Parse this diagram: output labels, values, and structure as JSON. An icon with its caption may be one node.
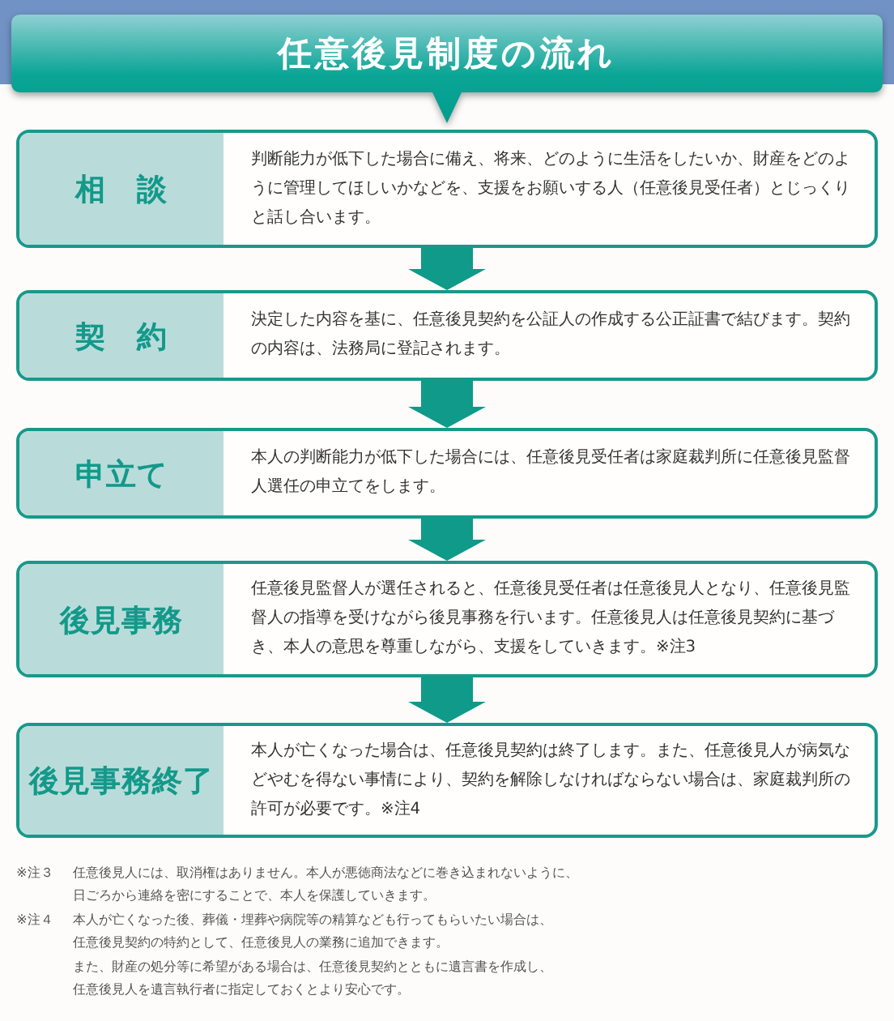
{
  "diagram": {
    "title": "任意後見制度の流れ",
    "nodes": [
      {
        "text": [
          "相　談",
          "判断能力が低下した場合に備え、将来、どのように生活をしたいか、財産をどのように管理してほしいかなどを、支援をお願いする人（任意後見受任者）とじっくりと話し合います。"
        ]
      },
      {
        "text": [
          "契　約",
          "決定した内容を基に、任意後見契約を公証人の作成する公正証書で結びます。契約の内容は、法務局に登記されます。"
        ]
      },
      {
        "text": [
          "申立て",
          "本人の判断能力が低下した場合には、任意後見受任者は家庭裁判所に任意後見監督人選任の申立てをします。"
        ]
      },
      {
        "text": [
          "後見事務",
          "任意後見監督人が選任されると、任意後見受任者は任意後見人となり、任意後見監督人の指導を受けながら後見事務を行います。任意後見人は任意後見契約に基づき、本人の意思を尊重しながら、支援をしていきます。※注3"
        ]
      },
      {
        "text": [
          "後見事務終了",
          "本人が亡くなった場合は、任意後見契約は終了します。また、任意後見人が病気などやむを得ない事情により、契約を解除しなければならない場合は、家庭裁判所の許可が必要です。※注4"
        ]
      }
    ],
    "edges": [
      {
        "from": 0,
        "to": 1,
        "arrow": "to"
      },
      {
        "from": 1,
        "to": 2,
        "arrow": "to"
      },
      {
        "from": 2,
        "to": 3,
        "arrow": "to"
      },
      {
        "from": 3,
        "to": 4,
        "arrow": "to"
      }
    ],
    "labels": [
      "※注３",
      "任意後見人には、取消権はありません。本人が悪徳商法などに巻き込まれないように、日ごろから連絡を密にすることで、本人を保護していきます。",
      "※注４",
      "本人が亡くなった後、葬儀・埋葬や病院等の精算なども行ってもらいたい場合は、任意後見契約の特約として、任意後見人の業務に追加できます。",
      "また、財産の処分等に希望がある場合は、任意後見契約とともに遺言書を作成し、任意後見人を遺言執行者に指定しておくとより安心です。"
    ]
  }
}
